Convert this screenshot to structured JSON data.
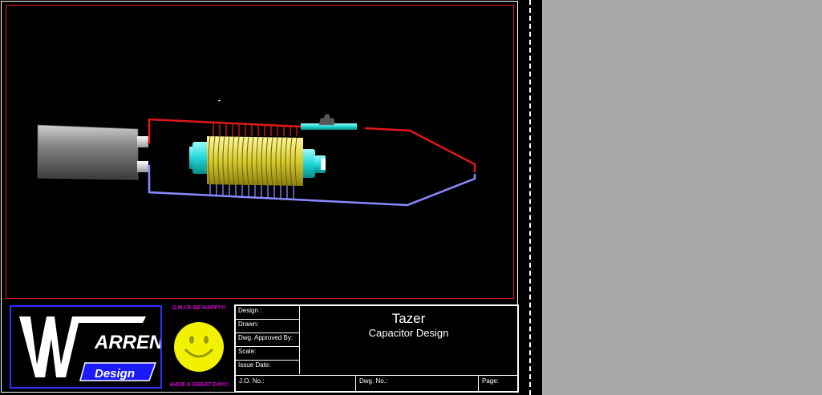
{
  "title_block": {
    "title": "Tazer",
    "subtitle": "Capacitor Design",
    "fields": [
      "Design :",
      "Drawn:",
      "Dwg. Approved By:",
      "Scale:",
      "Issue Date:"
    ],
    "jo_label": "J.O. No.:",
    "dwg_label": "Dwg. No.:",
    "page_label": "Page:"
  },
  "logo": {
    "name": "ARREN",
    "tag": "Design"
  },
  "slogans": {
    "top": "S.M.I.P. BE HAPPY!!",
    "bottom": "HAVE A GREAT DAY!!"
  },
  "colors": {
    "frame": "#e01818",
    "positive_wire": "#e01818",
    "negative_wire": "#8a8aff",
    "coil": "#e6de50",
    "accent_cyan": "#20d8d8",
    "logo_blue": "#1a1aff",
    "smiley": "#f2f200",
    "gray_pane": "#a9a9a9"
  }
}
